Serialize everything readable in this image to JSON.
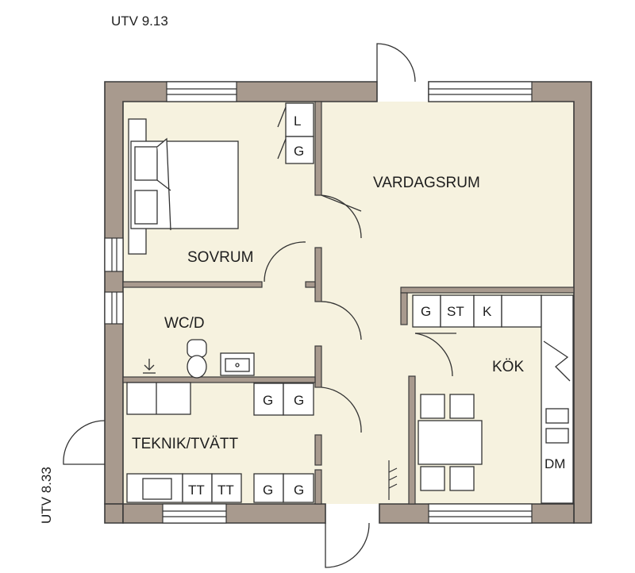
{
  "plan": {
    "dimensions": {
      "top": "UTV 9.13",
      "side": "UTV 8.33"
    },
    "rooms": {
      "living": "VARDAGSRUM",
      "bedroom": "SOVRUM",
      "wc": "WC/D",
      "kitchen": "KÖK",
      "utility": "TEKNIK/TVÄTT"
    },
    "fixtures": {
      "bedroom_linen": "L",
      "bedroom_wardrobe": "G",
      "kitchen_cupboard": "G",
      "kitchen_stove": "ST",
      "kitchen_fridge": "K",
      "dishwasher": "DM",
      "wc_wardrobe_1": "G",
      "wc_wardrobe_2": "G",
      "dryer_1": "TT",
      "dryer_2": "TT",
      "utility_wardrobe_1": "G",
      "utility_wardrobe_2": "G"
    },
    "colors": {
      "floor": "#f6f2df",
      "wall": "#a89a8e",
      "wall_edge": "#3a3a3a",
      "line": "#333333"
    }
  }
}
